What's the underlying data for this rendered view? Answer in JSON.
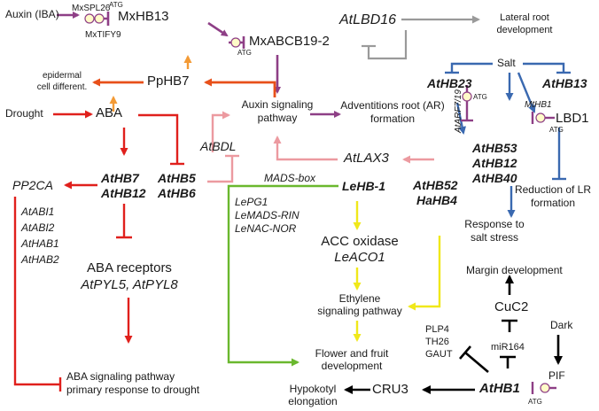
{
  "nodes": {
    "auxin_iba": "Auxin (IBA)",
    "mxspl26": "MxSPL26",
    "mxtify9": "MxTIFY9",
    "atg_1": "ATG",
    "mxhb13": "MxHB13",
    "mxabcb19": "MxABCB19-2",
    "atg_2": "ATG",
    "atlbd16": "AtLBD16",
    "lateral_root_dev": [
      "Lateral root",
      "development"
    ],
    "epidermal": [
      "epidermal",
      "cell different."
    ],
    "pphb7": "PpHB7",
    "salt": "Salt",
    "athb23": "AtHB23",
    "athb13": "AtHB13",
    "atg_3": "ATG",
    "atarf719": "AtARF7/19",
    "mthb1": "MtHB1",
    "lbd1": "LBD1",
    "atg_4": "ATG",
    "drought": "Drought",
    "aba": "ABA",
    "auxin_signaling": [
      "Auxin signaling",
      "pathway"
    ],
    "adventitious": [
      "Adventitions root (AR)",
      "formation"
    ],
    "atbdl": "AtBDL",
    "athb53_group": [
      "AtHB53",
      "AtHB12",
      "AtHB40"
    ],
    "reduction_lr": [
      "Reduction of LR",
      "formation"
    ],
    "atlax3": "AtLAX3",
    "pp2ca": "PP2CA",
    "athb7_12": [
      "AtHB7",
      "AtHB12"
    ],
    "athb5_6": [
      "AtHB5",
      "AtHB6"
    ],
    "mads_box": "MADS-box",
    "lehb1": "LeHB-1",
    "athb52_hahb4": [
      "AtHB52",
      "HaHB4"
    ],
    "abi_list": [
      "AtABI1",
      "AtABI2",
      "AtHAB1",
      "AtHAB2"
    ],
    "lepg_list": [
      "LePG1",
      "LeMADS-RIN",
      "LeNAC-NOR"
    ],
    "acc_oxidase": "ACC oxidase",
    "leaco1": "LeACO1",
    "response_salt": [
      "Response to",
      "salt stress"
    ],
    "aba_receptors": "ABA receptors",
    "atpyl": "AtPYL5, AtPYL8",
    "margin_dev": "Margin development",
    "ethylene": [
      "Ethylene",
      "signaling pathway"
    ],
    "cuc2": "CuC2",
    "dark": "Dark",
    "plp4_list": [
      "PLP4",
      "TH26",
      "GAUT"
    ],
    "mir164": "miR164",
    "flower_fruit": [
      "Flower and fruit",
      "development"
    ],
    "aba_pathway": [
      "ABA signaling pathway",
      "primary response to drought"
    ],
    "hypokotyl": [
      "Hypokotyl",
      "elongation"
    ],
    "cru3": "CRU3",
    "athb1": "AtHB1",
    "pif": "PIF",
    "atg_5": "ATG"
  },
  "colors": {
    "purple": "#8e3f86",
    "red": "#e0201c",
    "orange_red": "#e8501a",
    "orange": "#f39a35",
    "pink": "#ec9aa0",
    "gray": "#9a9a9a",
    "blue": "#3a69b0",
    "yellow": "#f0e81a",
    "green": "#6ab82e",
    "black": "#000000",
    "node_fill": "#fffbc8"
  }
}
